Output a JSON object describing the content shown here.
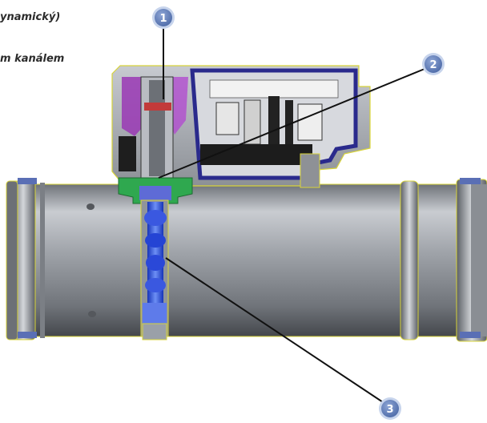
{
  "captions": {
    "line1": "ynamický)",
    "line2": "m kanálem"
  },
  "callouts": [
    {
      "id": "1",
      "label": "1"
    },
    {
      "id": "2",
      "label": "2"
    },
    {
      "id": "3",
      "label": "3"
    }
  ],
  "colors": {
    "callout_fill": "#5f7fb8",
    "callout_ring": "#c7d4ec",
    "leader_line": "#111111",
    "pipe_body": "#8e9196",
    "housing_blue": "#2a2a8c",
    "sensor_blue": "#1f3fd8",
    "flange_green": "#2fa84f",
    "accent_purple": "#9a38b5",
    "outline_yellow": "#d8d43a"
  }
}
